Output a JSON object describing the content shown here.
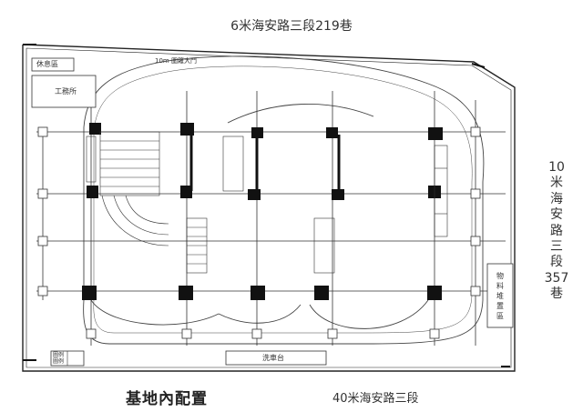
{
  "roads": {
    "top": "6米海安路三段219巷",
    "bottom": "40米海安路三段",
    "right_lines": [
      "10",
      "米",
      "海",
      "安",
      "路",
      "三",
      "段",
      "357",
      "巷"
    ]
  },
  "title": "基地內配置",
  "areas": {
    "rest_area": "休息區",
    "office": "工務所",
    "main_gate": "10m 圍籬大門",
    "storage_lines": [
      "物",
      "料",
      "堆",
      "置",
      "區"
    ],
    "car_wash": "洗車台",
    "legend_lines": [
      "圖例",
      "圖例"
    ]
  }
}
